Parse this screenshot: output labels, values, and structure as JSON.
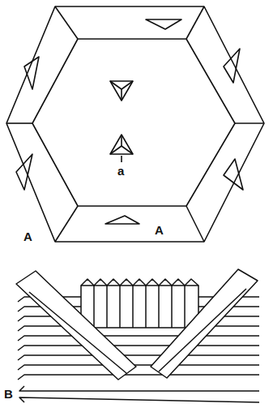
{
  "diagram": {
    "labels": [
      "a",
      "A",
      "A",
      "B"
    ]
  }
}
